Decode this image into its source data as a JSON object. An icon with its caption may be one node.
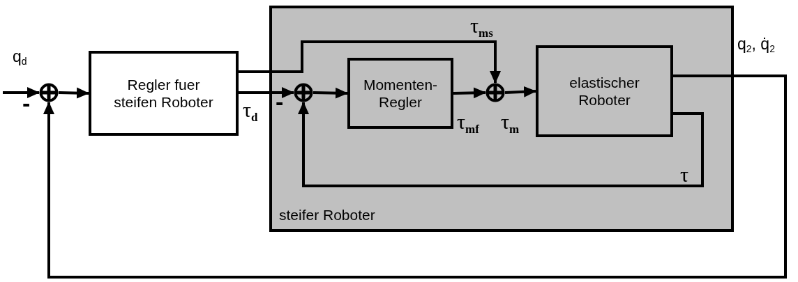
{
  "diagram": {
    "nodes": [
      {
        "text": [
          "steifer Roboter"
        ]
      },
      {
        "text": [],
        "shape": "circle",
        "beside": [
          "-"
        ]
      },
      {
        "text": [
          "Regler fuer steifen Roboter"
        ]
      },
      {
        "text": [],
        "shape": "circle",
        "in": 0,
        "beside": [
          "-"
        ]
      },
      {
        "text": [
          "Momenten-Regler"
        ],
        "in": 0
      },
      {
        "text": [],
        "shape": "circle",
        "in": 0
      },
      {
        "text": [
          "elastischer Roboter"
        ],
        "in": 0
      }
    ],
    "edges": [
      {
        "from": null,
        "to": 1,
        "arrow": "to",
        "label": "q$_{d}$"
      },
      {
        "from": 1,
        "to": 2,
        "arrow": "to"
      },
      {
        "from": 2,
        "to": 3,
        "arrow": "to",
        "label": "τ$_{d}$"
      },
      {
        "from": 2,
        "to": 5,
        "arrow": "to",
        "label": "τ$_{ms}$"
      },
      {
        "from": 3,
        "to": 4,
        "arrow": "to"
      },
      {
        "from": 4,
        "to": 5,
        "arrow": "to",
        "label": "τ$_{mf}$"
      },
      {
        "from": 5,
        "to": 6,
        "arrow": "to",
        "label": "τ$_{m}$"
      },
      {
        "from": 6,
        "to": 3,
        "arrow": "to",
        "label": "τ"
      },
      {
        "from": 6,
        "to": 1,
        "arrow": "to",
        "label": "q$_{2}$, q̇$_{2}$"
      }
    ]
  }
}
